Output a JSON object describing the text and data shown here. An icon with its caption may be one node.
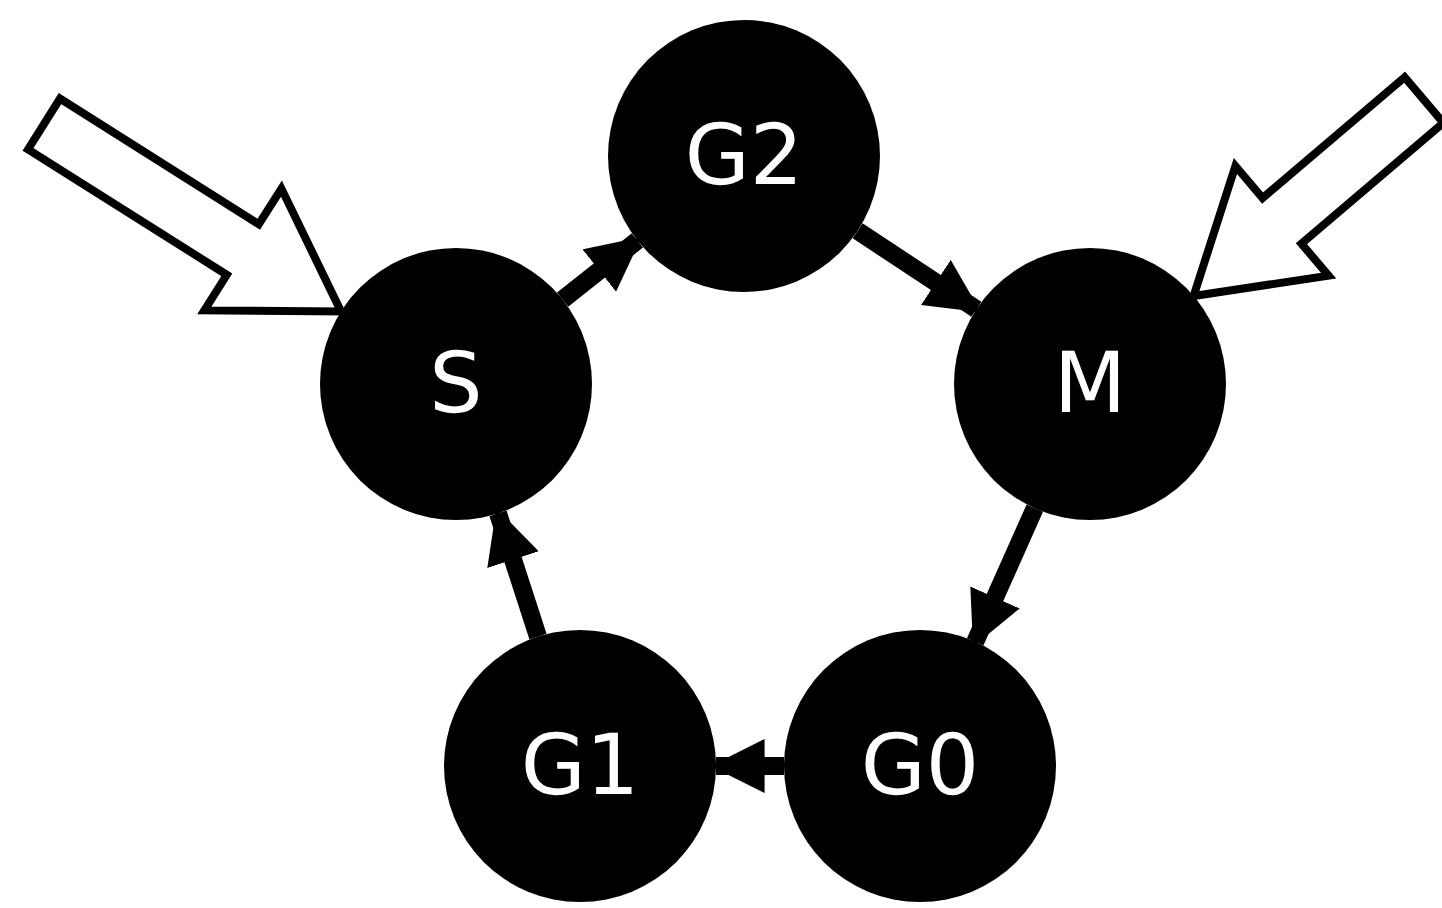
{
  "diagram": {
    "nodes": [
      {
        "text": [
          "G2"
        ]
      },
      {
        "text": [
          "S"
        ]
      },
      {
        "text": [
          "M"
        ]
      },
      {
        "text": [
          "G1"
        ]
      },
      {
        "text": [
          "G0"
        ]
      }
    ],
    "edges": [
      {
        "from": 1,
        "to": 0,
        "arrow": "to"
      },
      {
        "from": 0,
        "to": 2,
        "arrow": "to"
      },
      {
        "from": 2,
        "to": 4,
        "arrow": "to"
      },
      {
        "from": 4,
        "to": 3,
        "arrow": "to"
      },
      {
        "from": 3,
        "to": 1,
        "arrow": "to"
      },
      {
        "from": null,
        "to": 1,
        "arrow": "to",
        "style": "thick"
      },
      {
        "from": null,
        "to": 2,
        "arrow": "to",
        "style": "thick"
      }
    ]
  }
}
